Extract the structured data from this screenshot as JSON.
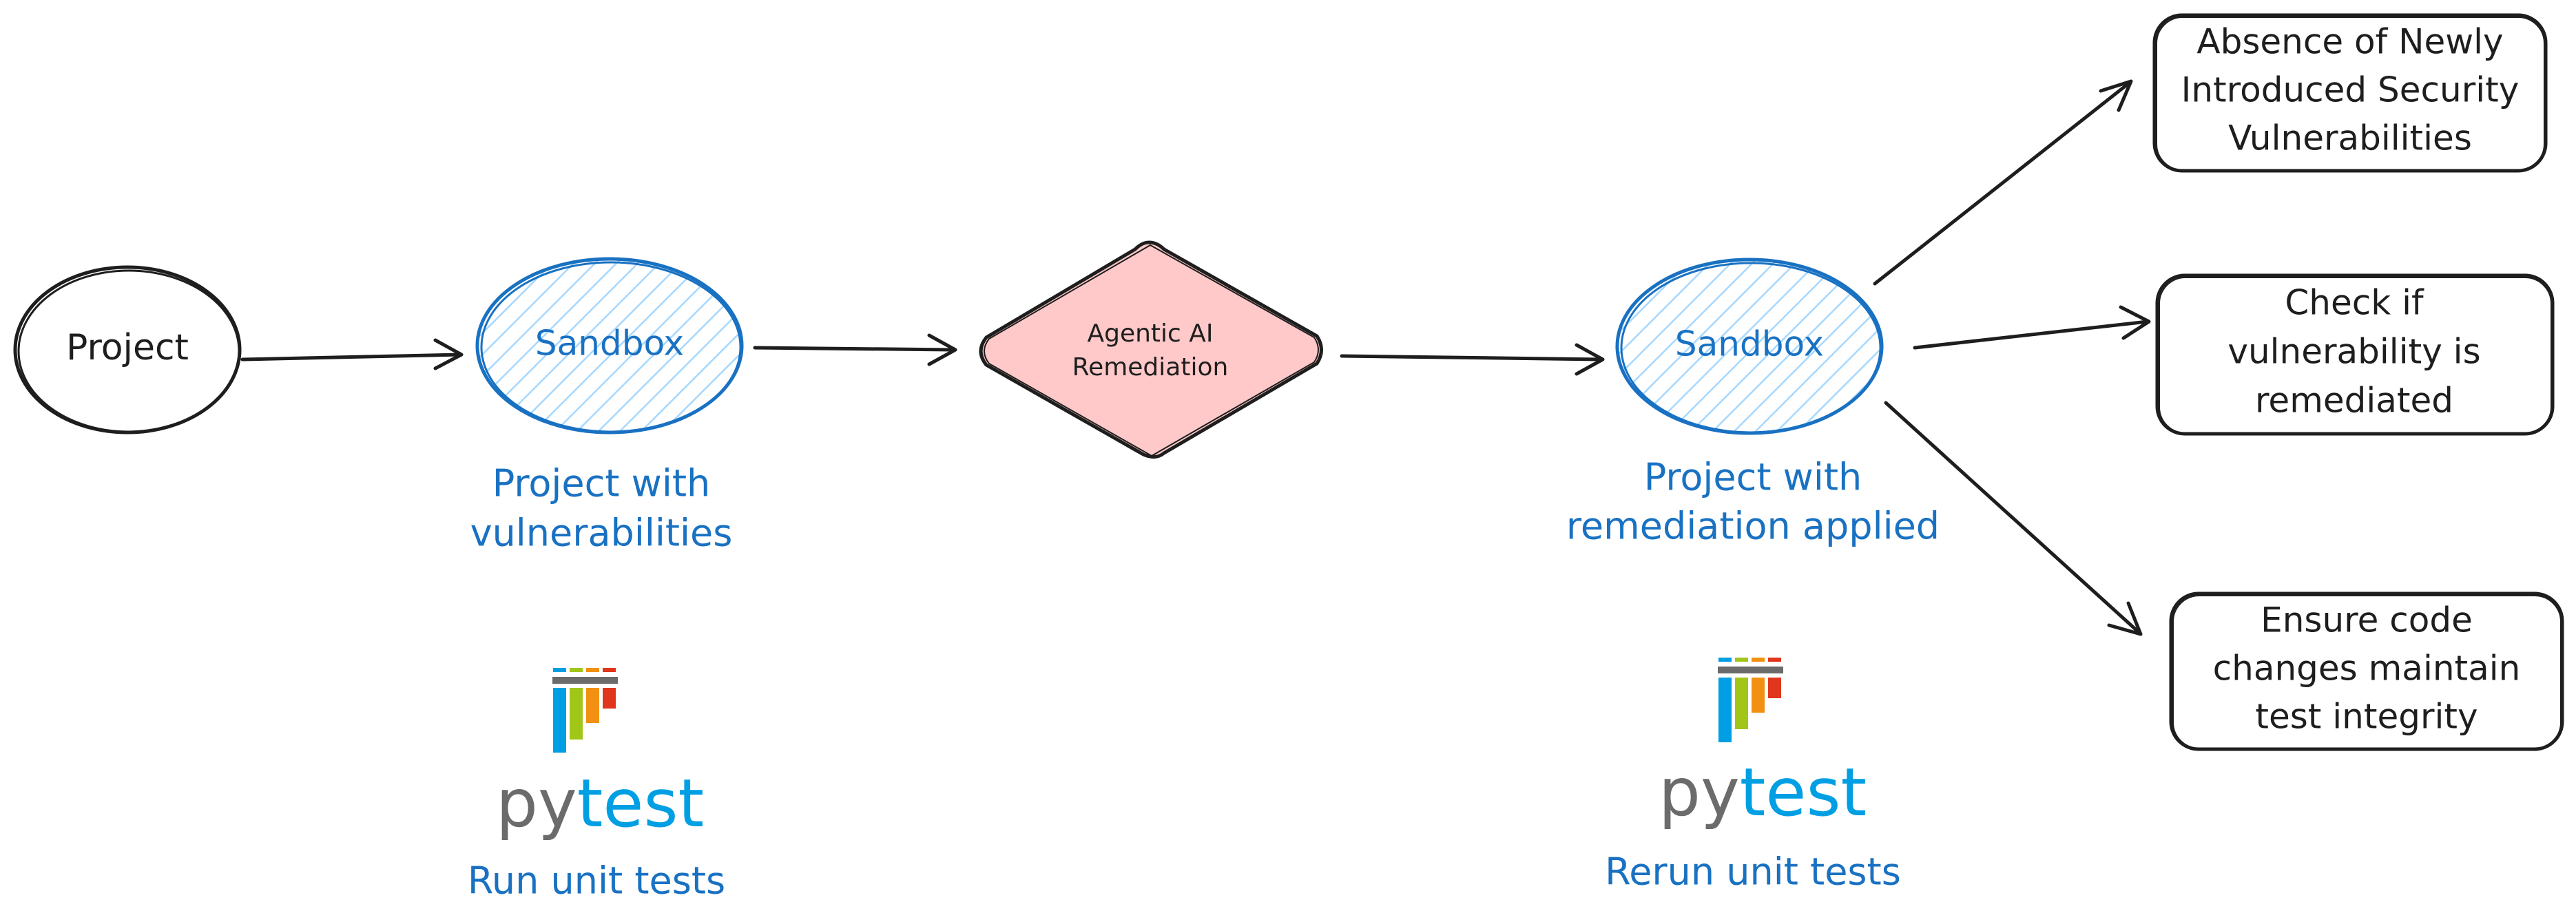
{
  "nodes": {
    "project": {
      "label": "Project"
    },
    "sandbox_1": {
      "label": "Sandbox"
    },
    "agentic_ai": {
      "label_lines": [
        "Agentic AI",
        "Remediation"
      ]
    },
    "sandbox_2": {
      "label": "Sandbox"
    },
    "check_absence": {
      "label_lines": [
        "Absence of Newly",
        "Introduced Security",
        "Vulnerabilities"
      ]
    },
    "check_remediated": {
      "label_lines": [
        "Check if",
        "vulnerability is",
        "remediated"
      ]
    },
    "check_integrity": {
      "label_lines": [
        "Ensure code",
        "changes maintain",
        "test integrity"
      ]
    }
  },
  "captions": {
    "sandbox_1": [
      "Project with",
      "vulnerabilities"
    ],
    "sandbox_2": [
      "Project with",
      "remediation applied"
    ]
  },
  "pytest_blocks": [
    {
      "logo_py": "py",
      "logo_test": "test",
      "caption": "Run unit tests"
    },
    {
      "logo_py": "py",
      "logo_test": "test",
      "caption": "Rerun unit tests"
    }
  ],
  "colors": {
    "stroke": "#1e1e1e",
    "accent_blue": "#1971c2",
    "sandbox_fill": "#a5d8ff",
    "diamond_fill": "#ffc9c9",
    "pytest_grey": "#6b6b6b",
    "pytest_blue": "#009fe3",
    "pytest_bars": [
      "#009fe3",
      "#a2c617",
      "#f29111",
      "#e0361d"
    ]
  }
}
